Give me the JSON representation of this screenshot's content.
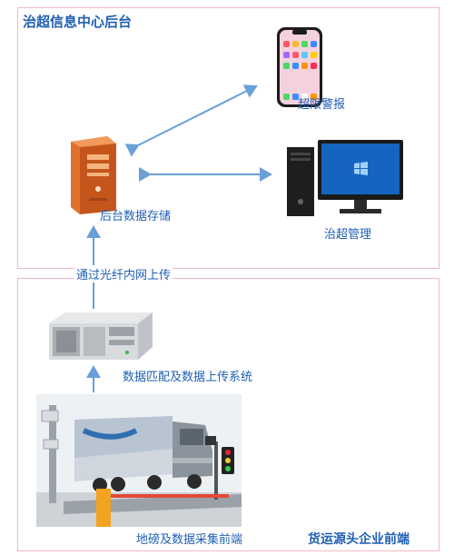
{
  "top_section": {
    "title": "治超信息中心后台"
  },
  "nodes": {
    "alarm": "超限警报",
    "storage": "后台数据存储",
    "management": "治超管理",
    "matching": "数据匹配及数据上传系统",
    "weighbridge": "地磅及数据采集前端"
  },
  "edges": {
    "upload": "通过光纤内网上传"
  },
  "bottom_section": {
    "title": "货运源头企业前端"
  },
  "icons": [
    "smartphone-icon",
    "server-tower-icon",
    "desktop-computer-icon",
    "rack-server-icon",
    "truck-weighbridge-photo"
  ],
  "colors": {
    "accent": "#1f5fb4",
    "frame": "#f0b8c8",
    "arrow": "#6a9fd8"
  }
}
